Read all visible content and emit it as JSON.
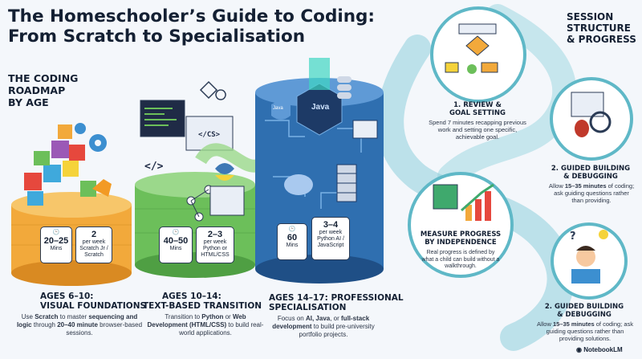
{
  "title": {
    "line1": "The Homeschooler’s Guide to Coding:",
    "line2": "From Scratch to Specialisation"
  },
  "roadmap_heading": {
    "line1": "THE CODING",
    "line2": "ROADMAP",
    "line3": "BY AGE"
  },
  "session_heading": {
    "line1": "SESSION",
    "line2": "STRUCTURE",
    "line3": "& PROGRESS"
  },
  "stages": [
    {
      "duration_value": "20–25",
      "duration_unit": "Mins",
      "per_week_label": "per week",
      "per_week_value": "2",
      "tool": "Scratch Jr / Scratch",
      "title_line1": "AGES 6–10:",
      "title_line2": "VISUAL FOUNDATIONS",
      "desc_pre": "Use ",
      "desc_bold1": "Scratch",
      "desc_mid": " to master ",
      "desc_bold2": "sequencing and logic",
      "desc_post": " through ",
      "desc_bold3": "20–40 minute",
      "desc_end": " browser-based sessions.",
      "color": "#f2a93b"
    },
    {
      "duration_value": "40–50",
      "duration_unit": "Mins",
      "per_week_label": "per week",
      "per_week_value": "2–3",
      "tool": "Python or HTML/CSS",
      "title_line1": "AGES 10–14:",
      "title_line2": "TEXT-BASED TRANSITION",
      "desc_pre": "Transition to ",
      "desc_bold1": "Python",
      "desc_mid": " or ",
      "desc_bold2": "Web Development (HTML/CSS)",
      "desc_post": " to build real-world applications.",
      "color": "#6cbf5a"
    },
    {
      "duration_value": "60",
      "duration_unit": "Mins",
      "per_week_label": "per week",
      "per_week_value": "3–4",
      "tool": "Python AI / JavaScript",
      "title_line1": "AGES 14–17: PROFESSIONAL",
      "title_line2": "SPECIALISATION",
      "desc_pre": "Focus on ",
      "desc_bold1": "AI, Java",
      "desc_mid": ", or ",
      "desc_bold2": "full-stack development",
      "desc_post": " to build pre-university portfolio projects.",
      "color": "#2f6fb0"
    }
  ],
  "art_labels": {
    "code_tag": "</>",
    "cs_tag": "</CS>",
    "java": "Java",
    "java_small": "Java"
  },
  "steps": [
    {
      "title_line1": "1. REVIEW &",
      "title_line2": "GOAL SETTING",
      "desc": "Spend 7 minutes recapping previous work and setting one specific, achievable goal."
    },
    {
      "title_line1": "2. GUIDED BUILDING",
      "title_line2": "& DEBUGGING",
      "desc_pre": "Allow ",
      "desc_bold": "15–35 minutes",
      "desc_post": " of coding; ask guiding questions rather than providing."
    },
    {
      "title_line1": "MEASURE PROGRESS",
      "title_line2": "BY INDEPENDENCE",
      "desc": "Real progress is defined by what a child can build without a walkthrough."
    },
    {
      "title_line1": "2. GUIDED BUILDING",
      "title_line2": "& DEBUGGING",
      "desc_pre": "Allow ",
      "desc_bold": "15–35 minutes",
      "desc_post": " of coding; ask guiding questions rather than providing solutions."
    }
  ],
  "logo": "NotebookLM",
  "colors": {
    "accent_blue": "#2f6fb0",
    "accent_green": "#6cbf5a",
    "accent_orange": "#f2a93b",
    "flow_teal": "#5fb8c7"
  }
}
